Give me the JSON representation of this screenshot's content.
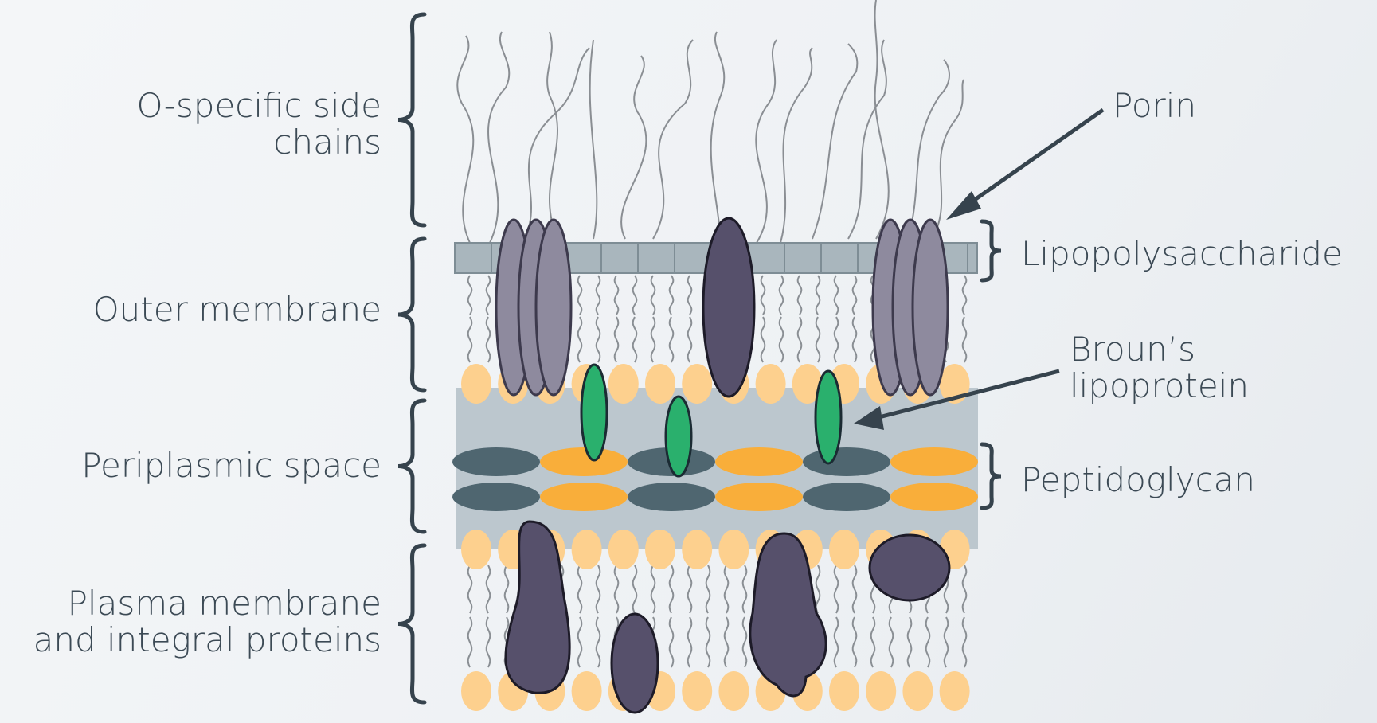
{
  "labels": {
    "o_chains_1": "O-specific side",
    "o_chains_2": "chains",
    "outer_membrane": "Outer membrane",
    "periplasmic": "Periplasmic space",
    "plasma_1": "Plasma membrane",
    "plasma_2": "and integral proteins",
    "porin": "Porin",
    "lps": "Lipopolysaccharide",
    "broun_1": "Broun’s",
    "broun_2": "lipoprotein",
    "peptidoglycan": "Peptidoglycan"
  },
  "colors": {
    "text": "#3c4a55",
    "lps_bar": "#a9b6bd",
    "periplasm": "#bcc7ce",
    "lipid_head": "#fdd08e",
    "lipid_tail": "#8a8f94",
    "porin": "#8e8a9e",
    "protein": "#56506b",
    "lipoprotein": "#2ab06d",
    "pg_dark": "#4f6670",
    "pg_orange": "#f9ae3a"
  }
}
